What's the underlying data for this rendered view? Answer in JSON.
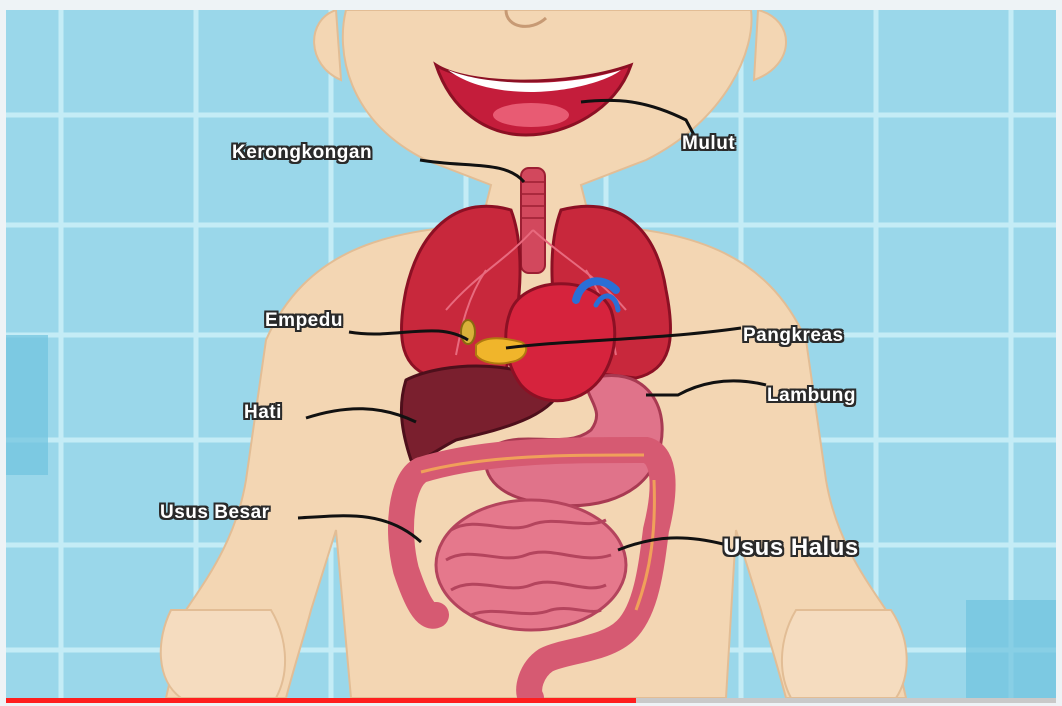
{
  "diagram": {
    "labels": {
      "mulut": "Mulut",
      "kerongkongan": "Kerongkongan",
      "empedu": "Empedu",
      "pangkreas": "Pangkreas",
      "hati": "Hati",
      "lambung": "Lambung",
      "usus_besar": "Usus Besar",
      "usus_halus": "Usus Halus"
    }
  },
  "player": {
    "progress": 0.6,
    "progress_color": "#ff1e1e"
  },
  "colors": {
    "background": "#9ad7ea",
    "grid": "#c4ecf6",
    "skin": "#f3d6b3",
    "lungs": "#c8283c",
    "liver": "#7a1f2e",
    "stomach": "#e0738a",
    "intestine": "#e5788c"
  }
}
